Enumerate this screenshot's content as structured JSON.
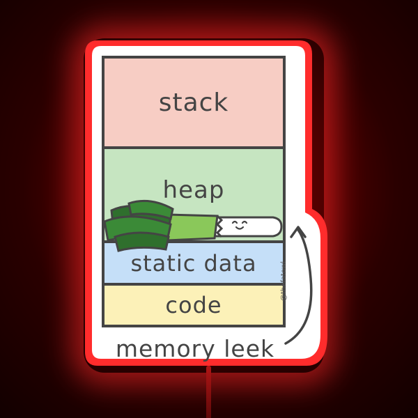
{
  "sticker": {
    "title": "memory leek",
    "credit": "@thefatowl",
    "sections": [
      {
        "label": "stack",
        "color": "#f7cdc4"
      },
      {
        "label": "heap",
        "color": "#c6e5c1"
      },
      {
        "label": "static data",
        "color": "#c5dff8"
      },
      {
        "label": "code",
        "color": "#fcf1b8"
      }
    ],
    "outline_color": "#444444",
    "glow_color": "#ff2a2a"
  },
  "icons": [
    "leek-icon",
    "curved-arrow-icon"
  ]
}
